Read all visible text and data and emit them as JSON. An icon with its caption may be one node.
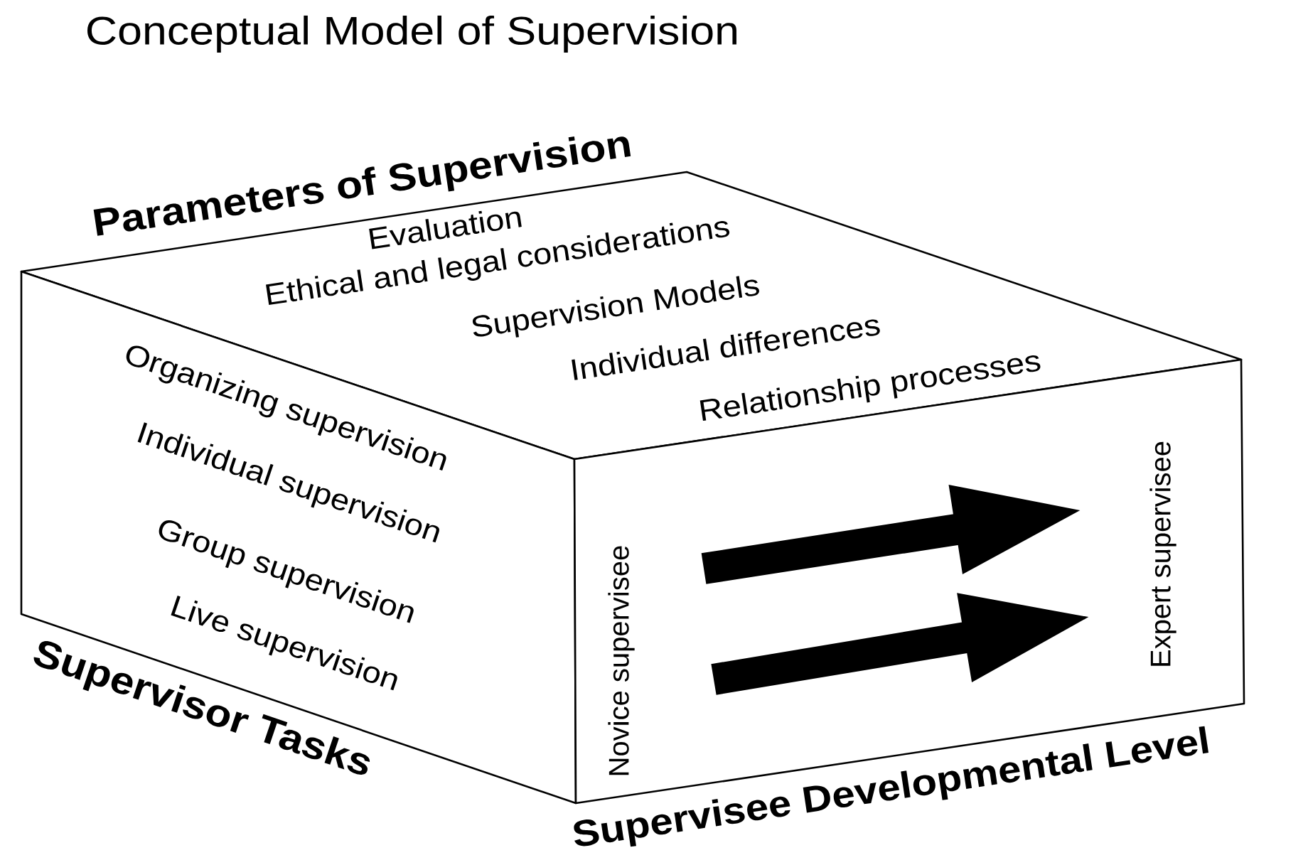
{
  "diagram": {
    "title": "Conceptual Model of Supervision",
    "nodes": [
      {
        "text": [
          "Parameters of Supervision",
          "Evaluation",
          "Ethical and legal considerations",
          "Supervision Models",
          "Individual differences",
          "Relationship processes"
        ]
      },
      {
        "text": [
          "Supervisor Tasks",
          "Organizing supervision",
          "Individual supervision",
          "Group supervision",
          "Live supervision"
        ]
      },
      {
        "text": [
          "Supervisee Developmental Level",
          "Novice supervisee",
          "Expert supervisee"
        ]
      }
    ]
  }
}
